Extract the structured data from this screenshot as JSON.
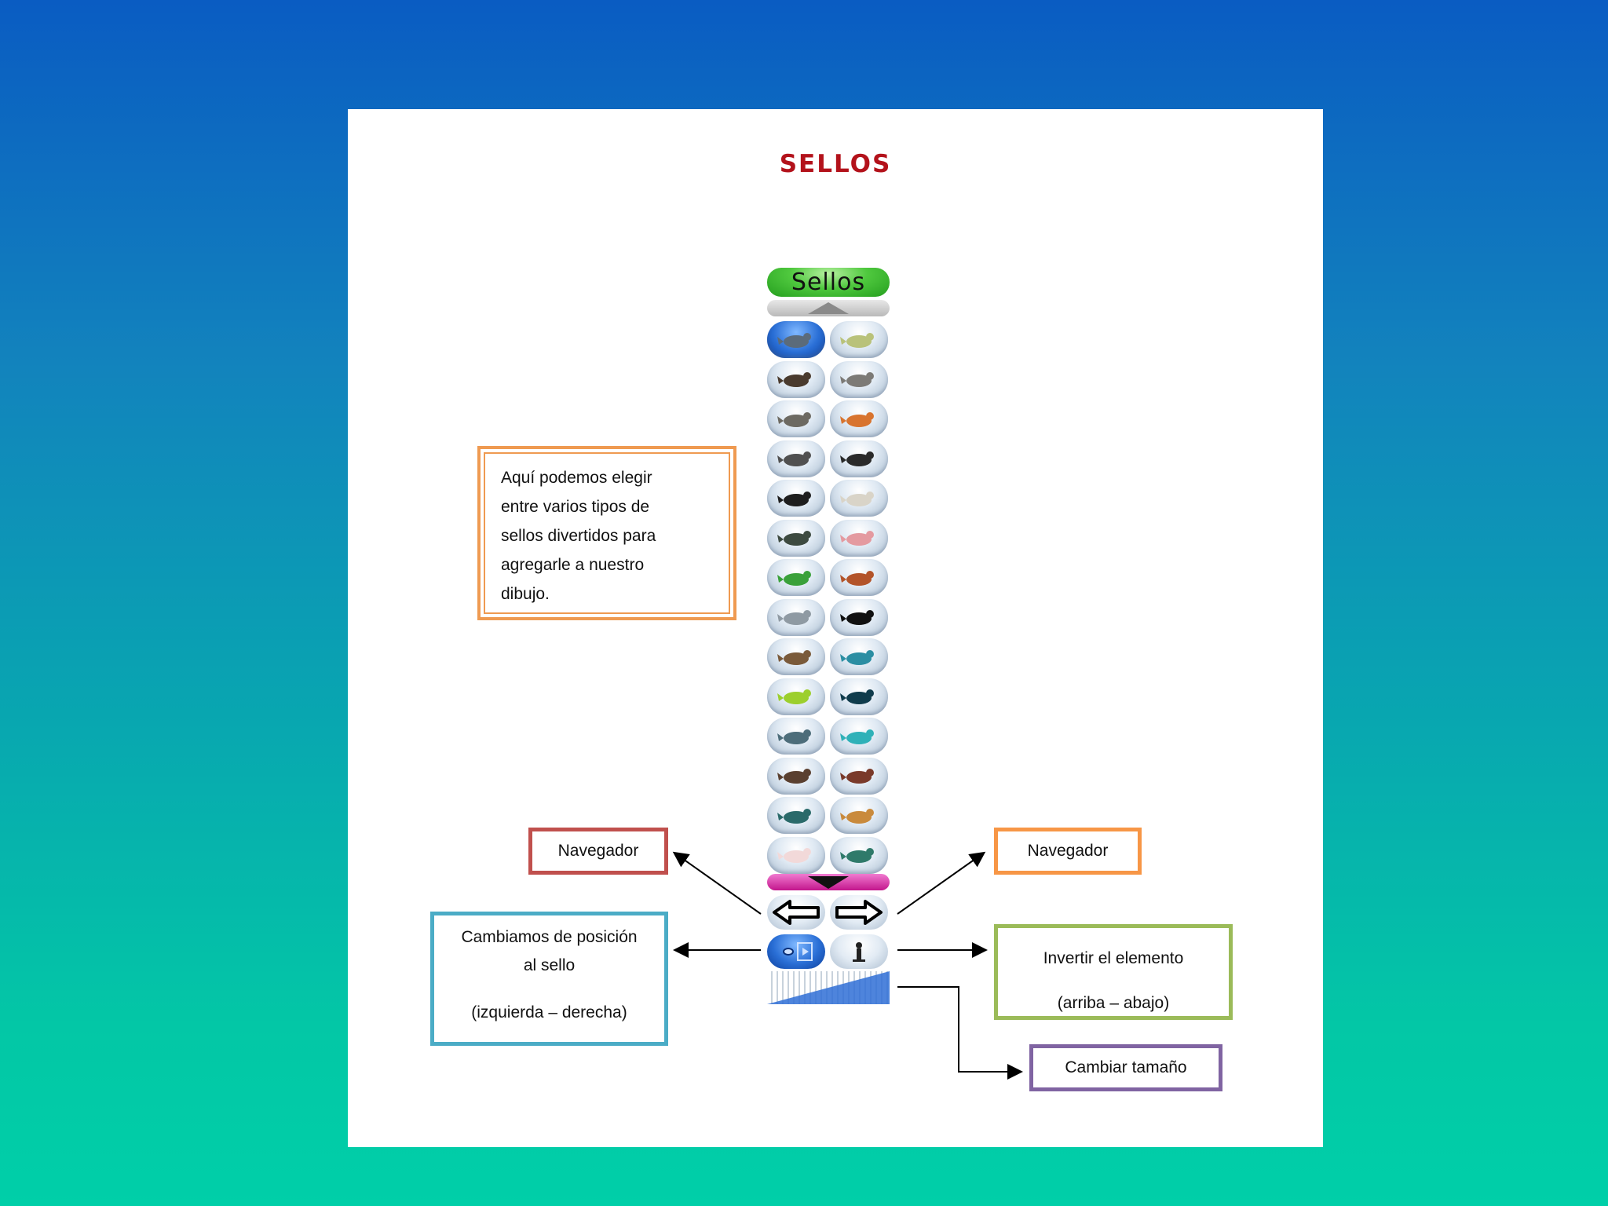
{
  "slide": {
    "title": "SELLOS"
  },
  "palette": {
    "title": "Sellos",
    "stamps": [
      {
        "name": "bird-flying-icon",
        "selected": true
      },
      {
        "name": "slug-icon",
        "selected": false
      },
      {
        "name": "eagle-icon",
        "selected": false
      },
      {
        "name": "seal-icon",
        "selected": false
      },
      {
        "name": "stork-icon",
        "selected": false
      },
      {
        "name": "chicken-icon",
        "selected": false
      },
      {
        "name": "puffin-icon",
        "selected": false
      },
      {
        "name": "penguin-icon",
        "selected": false
      },
      {
        "name": "magpie-icon",
        "selected": false
      },
      {
        "name": "white-bird-icon",
        "selected": false
      },
      {
        "name": "worm-icon",
        "selected": false
      },
      {
        "name": "flamingo-icon",
        "selected": false
      },
      {
        "name": "parrot-icon",
        "selected": false
      },
      {
        "name": "rooster-icon",
        "selected": false
      },
      {
        "name": "heron-icon",
        "selected": false
      },
      {
        "name": "tux-penguin-icon",
        "selected": false
      },
      {
        "name": "bear-icon",
        "selected": false
      },
      {
        "name": "blue-fish-icon",
        "selected": false
      },
      {
        "name": "tropical-fish-icon",
        "selected": false
      },
      {
        "name": "dark-fish-icon",
        "selected": false
      },
      {
        "name": "shark-icon",
        "selected": false
      },
      {
        "name": "teal-fish-icon",
        "selected": false
      },
      {
        "name": "spider-icon",
        "selected": false
      },
      {
        "name": "shrimp-icon",
        "selected": false
      },
      {
        "name": "eel-icon",
        "selected": false
      },
      {
        "name": "seahorse-icon",
        "selected": false
      },
      {
        "name": "jellyfish-icon",
        "selected": false
      },
      {
        "name": "turtle-icon",
        "selected": false
      }
    ]
  },
  "callouts": {
    "description": [
      "Aquí podemos elegir",
      "entre varios tipos de",
      "sellos divertidos para",
      "agregarle a nuestro",
      "dibujo."
    ],
    "nav_left": "Navegador",
    "nav_right": "Navegador",
    "position_line1": "Cambiamos de posición",
    "position_line2": "al sello",
    "position_line3": "(izquierda – derecha)",
    "flip_line1": "Invertir el elemento",
    "flip_line2": "(arriba – abajo)",
    "resize": "Cambiar tamaño"
  },
  "colors": {
    "title": "#b3121b",
    "nav_left_border": "#c0504d",
    "nav_right_border": "#f79646",
    "position_border": "#4bacc6",
    "flip_border": "#9bbb59",
    "resize_border": "#8064a2",
    "description_border": "#ef9a51"
  }
}
